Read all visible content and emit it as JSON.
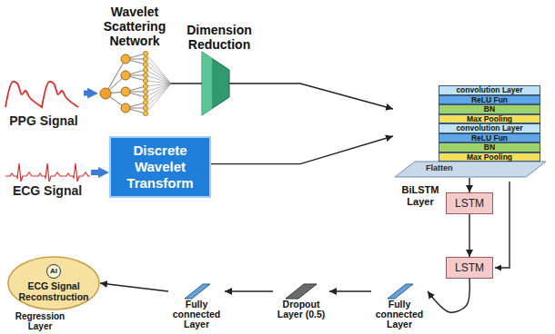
{
  "diagram": {
    "nodes": [
      {
        "text": [
          "Wavelet Scattering Network"
        ]
      },
      {
        "text": [
          "Dimension Reduction"
        ]
      },
      {
        "text": [
          "PPG Signal"
        ]
      },
      {
        "text": [
          "Discrete Wavelet Transform"
        ]
      },
      {
        "text": [
          "ECG Signal"
        ]
      },
      {
        "text": [
          "Flatten"
        ]
      },
      {
        "text": [
          "convolution Layer"
        ],
        "in": 5
      },
      {
        "text": [
          "ReLU Fun"
        ],
        "in": 5
      },
      {
        "text": [
          "BN"
        ],
        "in": 5
      },
      {
        "text": [
          "Max Pooling"
        ],
        "in": 5
      },
      {
        "text": [
          "convolution Layer"
        ],
        "in": 5
      },
      {
        "text": [
          "ReLU Fun"
        ],
        "in": 5
      },
      {
        "text": [
          "BN"
        ],
        "in": 5
      },
      {
        "text": [
          "Max Pooling"
        ],
        "in": 5
      },
      {
        "text": [
          "LSTM"
        ]
      },
      {
        "text": [
          "LSTM"
        ]
      },
      {
        "text": [
          "Fully connected Layer"
        ]
      },
      {
        "text": [
          "Dropout Layer (0.5)"
        ]
      },
      {
        "text": [
          "Fully connected Layer"
        ]
      },
      {
        "text": [
          "AI",
          "ECG Signal Reconstruction"
        ]
      }
    ],
    "edges": [
      {
        "from": 2,
        "to": 0,
        "arrow": "to"
      },
      {
        "from": 0,
        "to": 1,
        "arrow": "none"
      },
      {
        "from": 4,
        "to": 3,
        "arrow": "to"
      },
      {
        "from": 1,
        "to": 5,
        "arrow": "to"
      },
      {
        "from": 3,
        "to": 5,
        "arrow": "to"
      },
      {
        "from": 5,
        "to": 14,
        "arrow": "to"
      },
      {
        "from": 14,
        "to": 15,
        "arrow": "to"
      },
      {
        "from": 15,
        "to": 16,
        "arrow": "to"
      },
      {
        "from": 16,
        "to": 17,
        "arrow": "to"
      },
      {
        "from": 17,
        "to": 18,
        "arrow": "to"
      },
      {
        "from": 18,
        "to": 19,
        "arrow": "to"
      }
    ],
    "labels": [
      "BiLSTM Layer",
      "Regression Layer"
    ]
  }
}
